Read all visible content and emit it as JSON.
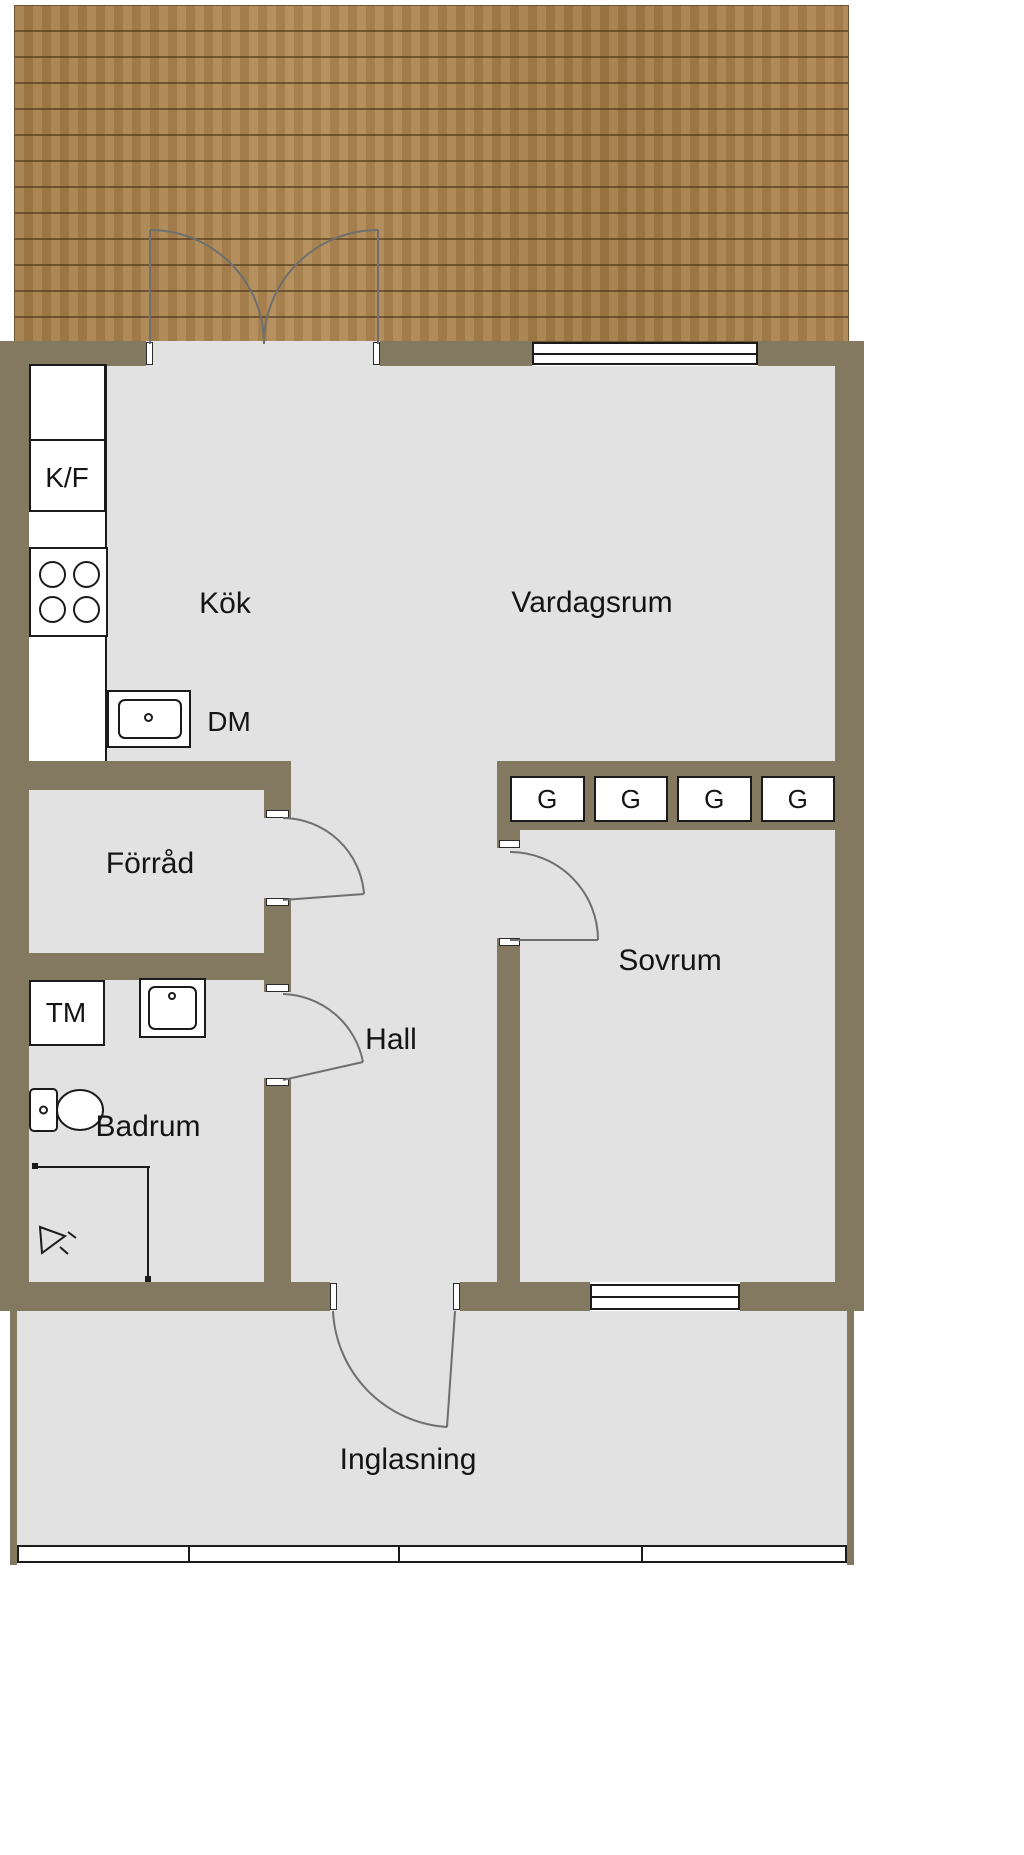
{
  "floorplan": {
    "rooms": {
      "kok": "Kök",
      "vardagsrum": "Vardagsrum",
      "forrad": "Förråd",
      "hall": "Hall",
      "sovrum": "Sovrum",
      "badrum": "Badrum",
      "inglasning": "Inglasning"
    },
    "appliances": {
      "kf": "K/F",
      "dm": "DM",
      "tm": "TM"
    },
    "wardrobes": [
      "G",
      "G",
      "G",
      "G"
    ],
    "colors": {
      "wall": "#837960",
      "floor": "#e3e2e3",
      "deck_wood": "#a8834f",
      "fixture_white": "#ffffff",
      "outline": "#1b1b1b"
    }
  }
}
